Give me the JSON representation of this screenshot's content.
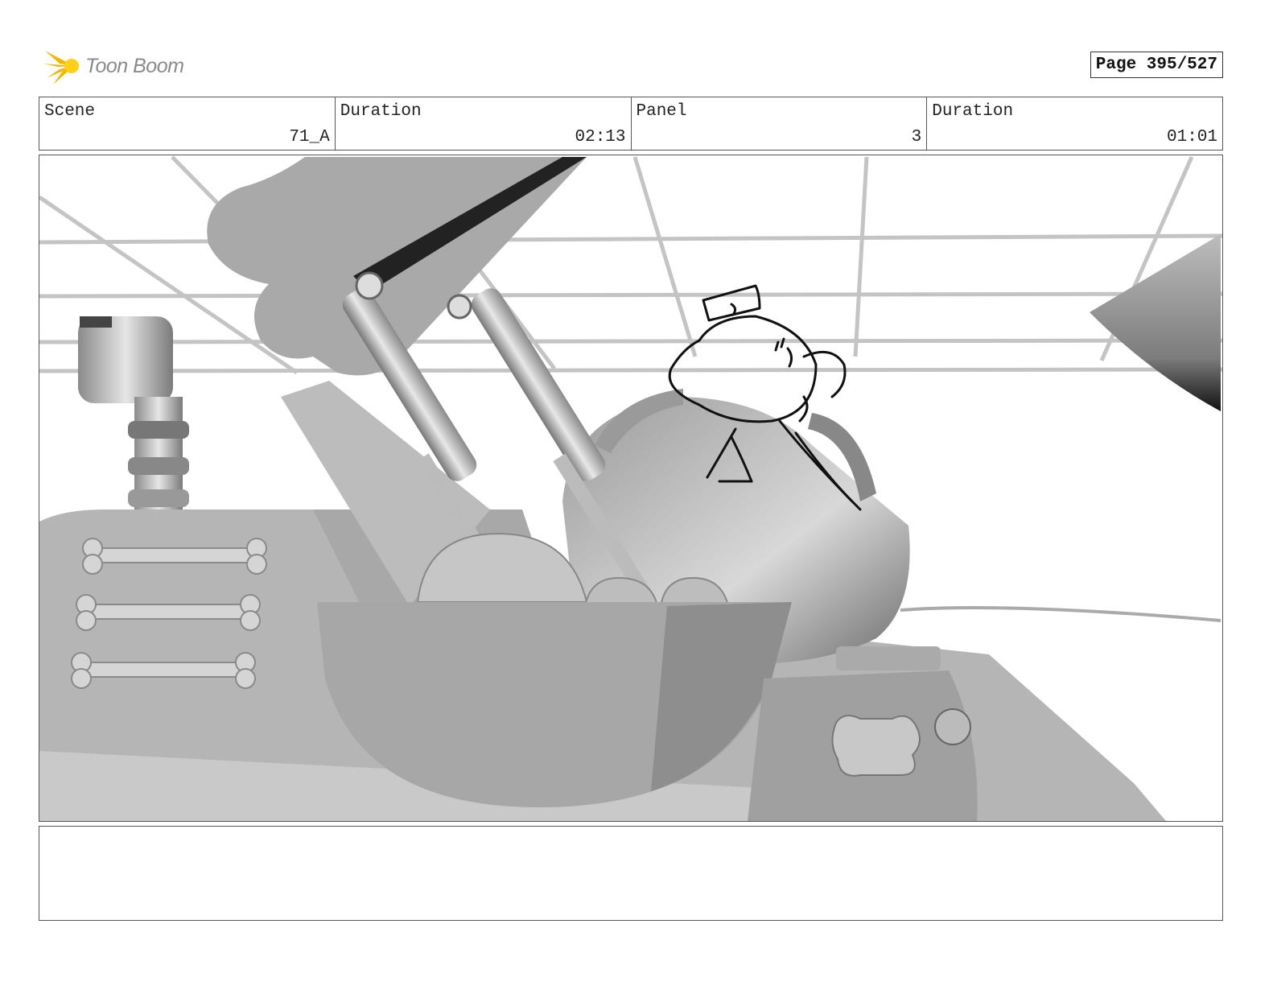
{
  "header": {
    "logo_text": "Toon Boom",
    "page_label": "Page 395/527"
  },
  "info": {
    "scene_label": "Scene",
    "scene_value": "71_A",
    "scene_duration_label": "Duration",
    "scene_duration_value": "02:13",
    "panel_label": "Panel",
    "panel_value": "3",
    "panel_duration_label": "Duration",
    "panel_duration_value": "01:01"
  },
  "panel": {
    "icon": "storyboard-image-excavator-with-sketched-character"
  },
  "notes": {
    "text": ""
  }
}
